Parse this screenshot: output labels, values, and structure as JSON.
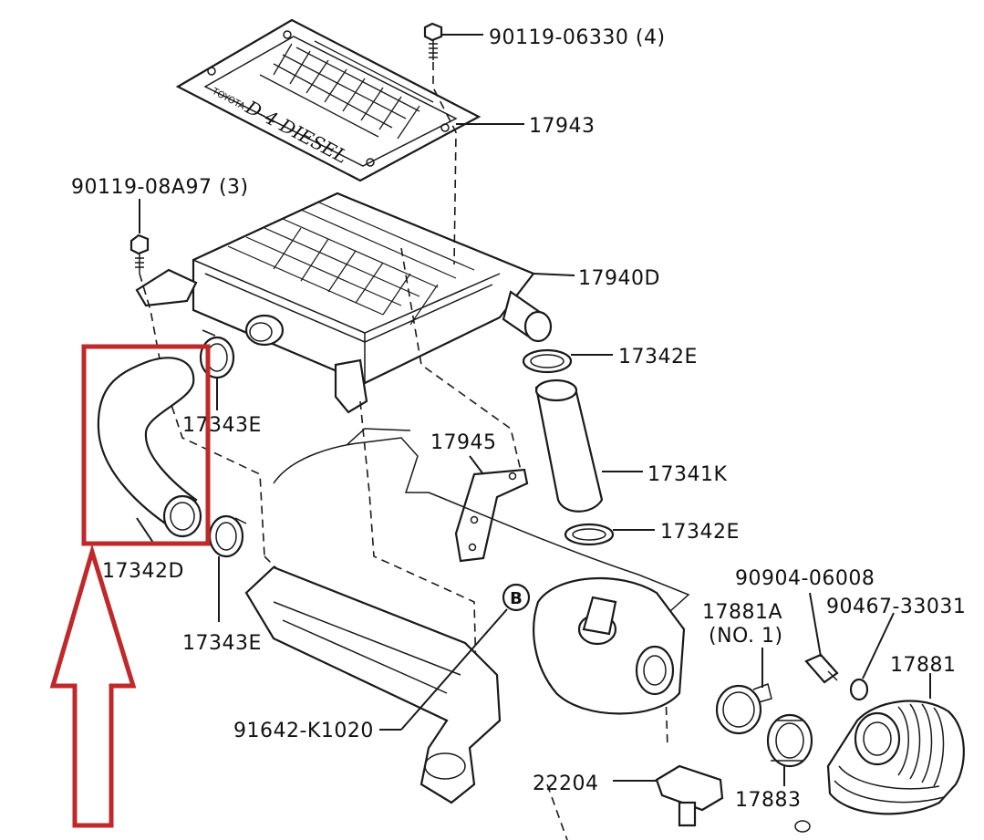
{
  "labels": {
    "bolt_top": "90119-06330 (4)",
    "cover": "17943",
    "bolt_left": "90119-08A97 (3)",
    "intercooler": "17940D",
    "clamp_upper_right": "17342E",
    "clamp_upper_left": "17343E",
    "bracket": "17945",
    "hose_right": "17341K",
    "clamp_lower_right": "17342E",
    "hose_left": "17342D",
    "clamp_lower_left": "17343E",
    "ref_marker": "B",
    "duct": "91642-K1020",
    "sensor": "22204",
    "clamp_no1": "17881A",
    "clamp_no1_sub": "(NO. 1)",
    "hose_intake": "17883",
    "part_90904": "90904-06008",
    "part_90467": "90467-33031",
    "hose_bellows": "17881"
  },
  "cover_text": {
    "brand": "TOYOTA",
    "badge": "D-4 DIESEL"
  },
  "highlight": {
    "box_color": "#c0282a",
    "arrow_color": "#c0282a",
    "target": "17342D"
  }
}
